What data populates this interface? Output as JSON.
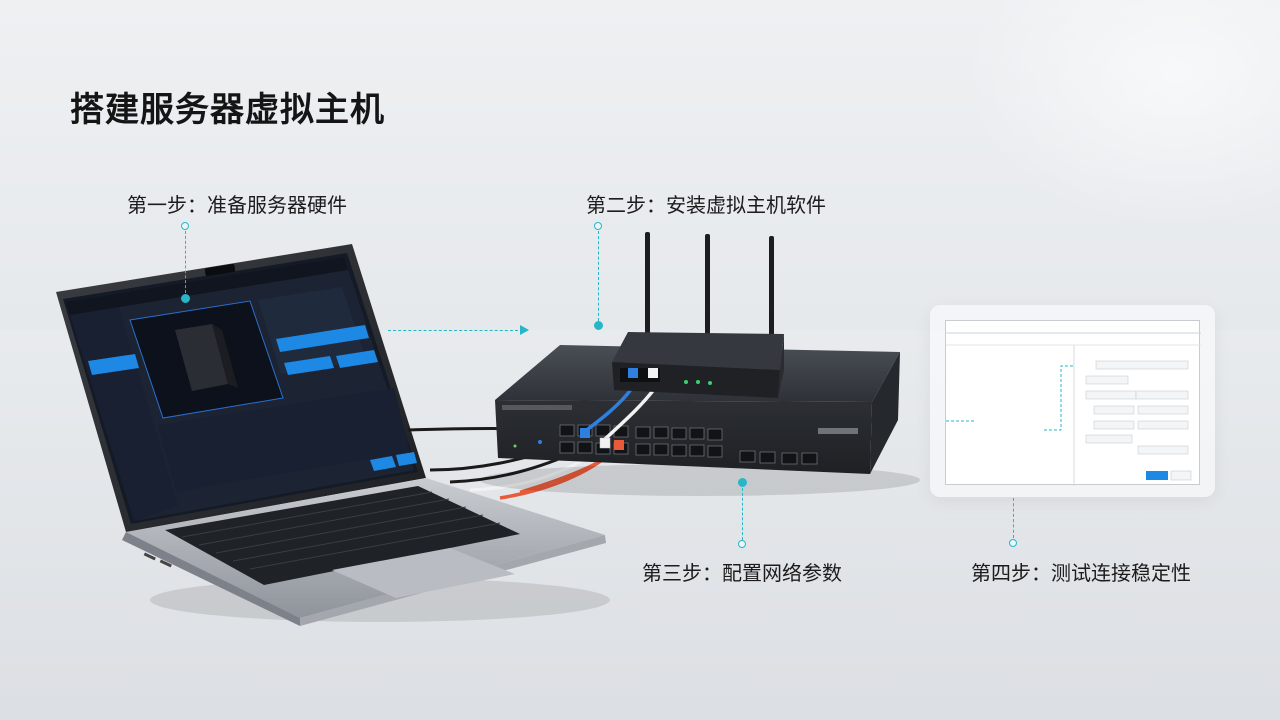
{
  "title": "搭建服务器虚拟主机",
  "steps": [
    {
      "label": "第一步：准备服务器硬件"
    },
    {
      "label": "第二步：安装虚拟主机软件"
    },
    {
      "label": "第三步：配置网络参数"
    },
    {
      "label": "第四步：测试连接稳定性"
    }
  ],
  "colors": {
    "accent": "#27b6c8",
    "title": "#151515",
    "device": "#2b2e33",
    "screen": "#1a2233",
    "highlight": "#1e88e5",
    "cable_red": "#e85a3a",
    "cable_blue": "#2f7fe0",
    "cable_white": "#f2f2f2",
    "cable_black": "#1b1b1b"
  },
  "icons": {
    "laptop": "laptop-icon",
    "router": "router-icon",
    "switch": "network-switch-icon",
    "server_diagram": "server-tower-icon"
  }
}
